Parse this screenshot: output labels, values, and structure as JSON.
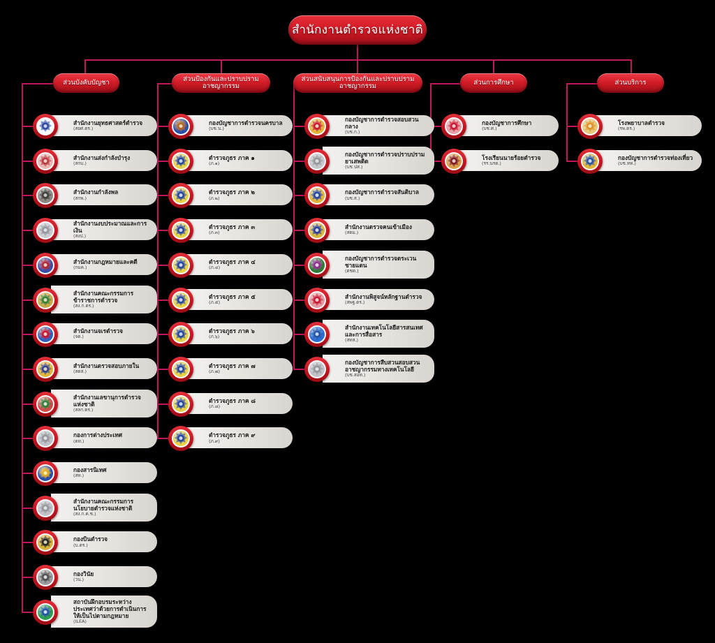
{
  "chart": {
    "title": "สำนักงานตำรวจแห่งชาติ",
    "type": "organizational-chart",
    "language": "th",
    "colors": {
      "background": "#000000",
      "node_red": "#d21c27",
      "connector": "#c2185b",
      "pill": "#e9e6e2",
      "text_light": "#ffffff",
      "text_dark": "#1b1b1b"
    },
    "root": {
      "label": "สำนักงานตำรวจแห่งชาติ"
    },
    "sections": [
      {
        "id": "command",
        "label": "ส่วนบังคับบัญชา",
        "items": [
          {
            "title": "สำนักงานยุทธศาสตร์ตำรวจ",
            "abbr": "(สยศ.ตร.)",
            "emblem": "star-shield-emblem"
          },
          {
            "title": "สำนักงานส่งกำลังบำรุง",
            "abbr": "(สกบ.)",
            "emblem": "wheel-emblem"
          },
          {
            "title": "สำนักงานกำลังพล",
            "abbr": "(สกพ.)",
            "emblem": "dark-seal-emblem"
          },
          {
            "title": "สำนักงานงบประมาณและการเงิน",
            "abbr": "(สงป.)",
            "emblem": "compass-emblem"
          },
          {
            "title": "สำนักงานกฎหมายและคดี",
            "abbr": "(กมค.)",
            "emblem": "law-emblem"
          },
          {
            "title": "สำนักงานคณะกรรมการข้าราชการตำรวจ",
            "abbr": "(สง.ก.ตร.)",
            "emblem": "green-seal-emblem",
            "lines": 2
          },
          {
            "title": "สำนักงานจเรตำรวจ",
            "abbr": "(จต.)",
            "emblem": "inspector-emblem"
          },
          {
            "title": "สำนักงานตรวจสอบภายใน",
            "abbr": "(สตส.)",
            "emblem": "crown-emblem"
          },
          {
            "title": "สำนักงานเลขานุการตำรวจแห่งชาติ",
            "abbr": "(สลก.ตร.)",
            "emblem": "scroll-emblem",
            "lines": 2
          },
          {
            "title": "กองการต่างประเทศ",
            "abbr": "(ตท.)",
            "emblem": "globe-emblem"
          },
          {
            "title": "กองสารนิเทศ",
            "abbr": "(สท.)",
            "emblem": "sunburst-emblem"
          },
          {
            "title": "สำนักงานคณะกรรมการนโยบายตำรวจแห่งชาติ",
            "abbr": "(สง.ก.ต.ช.)",
            "emblem": "policy-emblem",
            "lines": 2
          },
          {
            "title": "กองบินตำรวจ",
            "abbr": "(บ.ตร.)",
            "emblem": "wings-emblem"
          },
          {
            "title": "กองวินัย",
            "abbr": "(วน.)",
            "emblem": "discipline-emblem"
          },
          {
            "title": "สถาบันฝึกอบรมระหว่างประเทศว่าด้วยการดำเนินการให้เป็นไปตามกฎหมาย",
            "abbr": "(ILEA)",
            "emblem": "ilea-emblem",
            "lines": 3
          }
        ]
      },
      {
        "id": "prevention",
        "label": "ส่วนป้องกันและปราบปรามอาชญากรรม",
        "items": [
          {
            "title": "กองบัญชาการตำรวจนครบาล",
            "abbr": "(บช.น.)",
            "emblem": "metropolitan-emblem"
          },
          {
            "title": "ตำรวจภูธร ภาค ๑",
            "abbr": "(ภ.๑)",
            "emblem": "provincial-emblem"
          },
          {
            "title": "ตำรวจภูธร ภาค ๒",
            "abbr": "(ภ.๒)",
            "emblem": "provincial-emblem"
          },
          {
            "title": "ตำรวจภูธร ภาค ๓",
            "abbr": "(ภ.๓)",
            "emblem": "provincial-emblem"
          },
          {
            "title": "ตำรวจภูธร ภาค ๔",
            "abbr": "(ภ.๔)",
            "emblem": "provincial-emblem"
          },
          {
            "title": "ตำรวจภูธร ภาค ๕",
            "abbr": "(ภ.๕)",
            "emblem": "provincial-emblem"
          },
          {
            "title": "ตำรวจภูธร ภาค ๖",
            "abbr": "(ภ.๖)",
            "emblem": "provincial-emblem"
          },
          {
            "title": "ตำรวจภูธร ภาค ๗",
            "abbr": "(ภ.๗)",
            "emblem": "provincial-emblem"
          },
          {
            "title": "ตำรวจภูธร ภาค ๘",
            "abbr": "(ภ.๘)",
            "emblem": "provincial-emblem"
          },
          {
            "title": "ตำรวจภูธร ภาค ๙",
            "abbr": "(ภ.๙)",
            "emblem": "provincial-emblem"
          }
        ]
      },
      {
        "id": "support",
        "label": "ส่วนสนับสนุนการป้องกันและปราบปรามอาชญากรรม",
        "items": [
          {
            "title": "กองบัญชาการตำรวจสอบสวนกลาง",
            "abbr": "(บช.ก.)",
            "emblem": "central-investigation-emblem"
          },
          {
            "title": "กองบัญชาการตำรวจปราบปรามยาเสพติด",
            "abbr": "(บช.ปส.)",
            "emblem": "narcotics-emblem",
            "lines": 2
          },
          {
            "title": "กองบัญชาการตำรวจสันติบาล",
            "abbr": "(บช.ส.)",
            "emblem": "special-branch-emblem"
          },
          {
            "title": "สำนักงานตรวจคนเข้าเมือง",
            "abbr": "(สตม.)",
            "emblem": "immigration-emblem"
          },
          {
            "title": "กองบัญชาการตำรวจตระเวนชายแดน",
            "abbr": "(ตชด.)",
            "emblem": "border-patrol-emblem",
            "lines": 2
          },
          {
            "title": "สำนักงานพิสูจน์หลักฐานตำรวจ",
            "abbr": "(สพฐ.ตร.)",
            "emblem": "forensic-emblem"
          },
          {
            "title": "สำนักงานเทคโนโลยีสารสนเทศและการสื่อสาร",
            "abbr": "(สทส.)",
            "emblem": "technology-emblem",
            "lines": 2
          },
          {
            "title": "กองบัญชาการสืบสวนสอบสวนอาชญากรรมทางเทคโนโลยี",
            "abbr": "(บช.สอท.)",
            "emblem": "cyber-crime-emblem",
            "lines": 2
          }
        ]
      },
      {
        "id": "education",
        "label": "ส่วนการศึกษา",
        "items": [
          {
            "title": "กองบัญชาการศึกษา",
            "abbr": "(บช.ศ.)",
            "emblem": "education-emblem"
          },
          {
            "title": "โรงเรียนนายร้อยตำรวจ",
            "abbr": "(รร.นรต.)",
            "emblem": "cadet-academy-emblem"
          }
        ]
      },
      {
        "id": "service",
        "label": "ส่วนบริการ",
        "items": [
          {
            "title": "โรงพยาบาลตำรวจ",
            "abbr": "(รพ.ตร.)",
            "emblem": "hospital-emblem"
          },
          {
            "title": "กองบัญชาการตำรวจท่องเที่ยว",
            "abbr": "(บช.ทท.)",
            "emblem": "tourist-police-emblem"
          }
        ]
      }
    ]
  }
}
